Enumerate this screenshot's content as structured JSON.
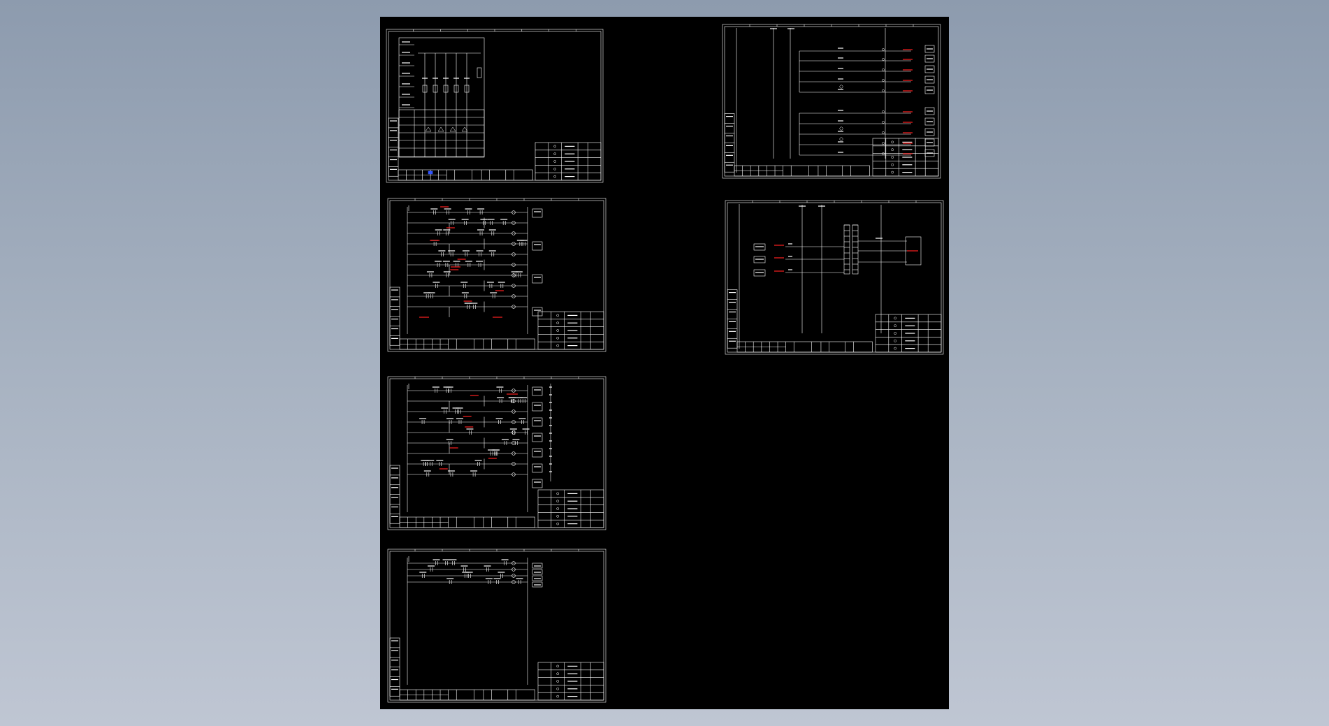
{
  "viewer": {
    "background_top": "#8d9bae",
    "background_bottom": "#bfc6d3",
    "canvas_color": "#000000",
    "line_color": "#ffffff",
    "highlight_color": "#ff2020",
    "accent_color": "#3355ff"
  },
  "sheets": [
    {
      "id": "sheet-1",
      "kind": "table-schedule"
    },
    {
      "id": "sheet-2",
      "kind": "control-circuit"
    },
    {
      "id": "sheet-3",
      "kind": "control-circuit"
    },
    {
      "id": "sheet-4",
      "kind": "control-circuit"
    },
    {
      "id": "sheet-5",
      "kind": "terminal-wiring"
    },
    {
      "id": "sheet-6",
      "kind": "terminal-wiring"
    }
  ]
}
